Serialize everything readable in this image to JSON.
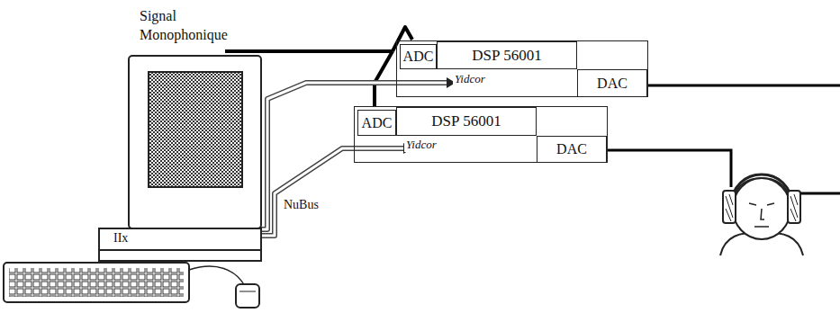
{
  "diagram": {
    "nodes": [
      {
        "text": [
          "Yidcor"
        ]
      },
      {
        "text": [
          "ADC"
        ],
        "in": 0
      },
      {
        "text": [
          "DSP 56001"
        ],
        "in": 0
      },
      {
        "text": [
          "DAC"
        ],
        "in": 0
      },
      {
        "text": [
          "Yidcor"
        ]
      },
      {
        "text": [
          "ADC"
        ],
        "in": 4
      },
      {
        "text": [
          "DSP 56001"
        ],
        "in": 4
      },
      {
        "text": [
          "DAC"
        ],
        "in": 4
      }
    ],
    "labels": [
      "Signal Monophonique",
      "NuBus",
      "IIx"
    ]
  }
}
